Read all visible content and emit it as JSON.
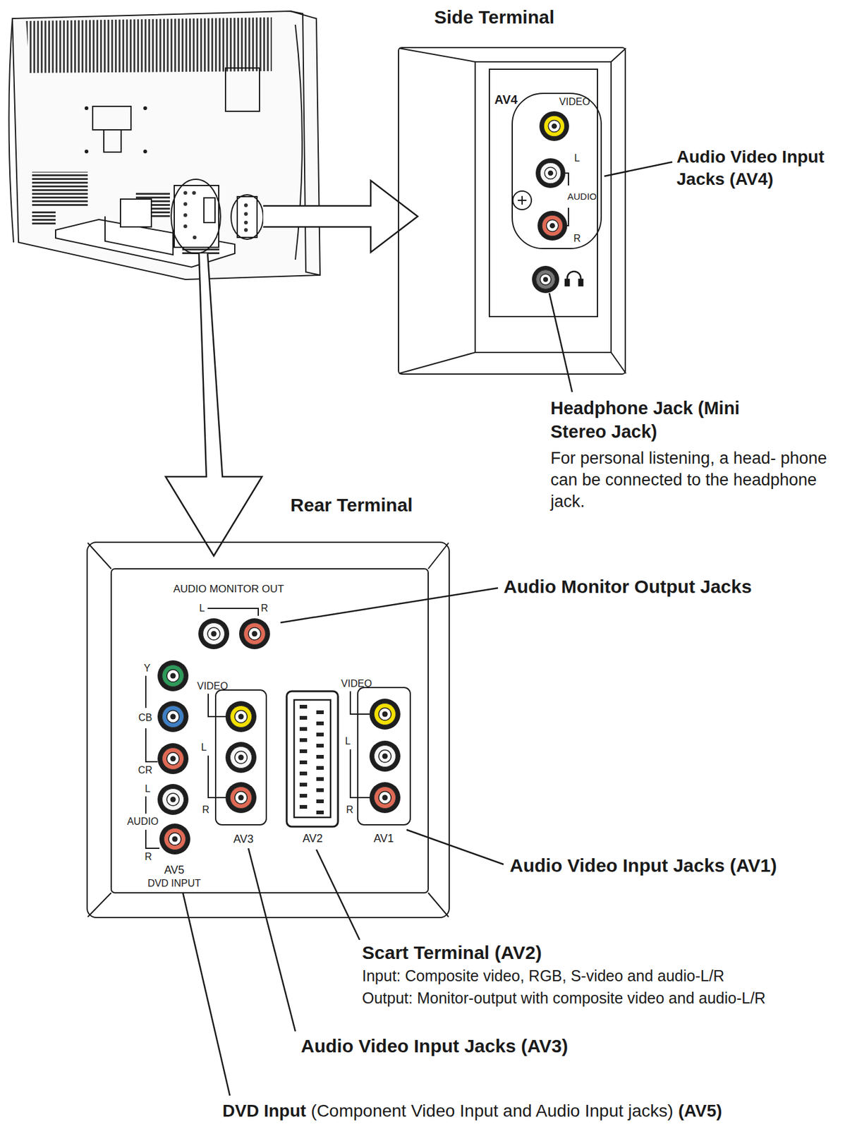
{
  "diagram": {
    "nodes": [
      {
        "text": [
          "Side Terminal"
        ]
      },
      {
        "text": [
          "Rear Terminal"
        ]
      }
    ],
    "labels": [
      "AV4",
      "VIDEO",
      "L",
      "AUDIO",
      "R",
      "Audio Video Input Jacks (AV4)",
      "Headphone Jack (Mini Stereo Jack)",
      "For personal listening, a head- phone can be connected to the headphone jack.",
      "AUDIO MONITOR OUT",
      "L",
      "R",
      "Audio Monitor Output Jacks",
      "Y",
      "VIDEO",
      "VIDEO",
      "CB",
      "L",
      "L",
      "CR",
      "L",
      "R",
      "R",
      "AUDIO",
      "R",
      "AV5",
      "AV3",
      "AV2",
      "AV1",
      "DVD INPUT",
      "Audio Video Input Jacks (AV1)",
      "Scart Terminal (AV2)",
      "Input: Composite video, RGB, S-video and audio-L/R",
      "Output: Monitor-output with composite video and audio-L/R",
      "Audio Video Input Jacks (AV3)",
      "DVD Input",
      "(Component Video Input and Audio Input jacks)",
      "(AV5)"
    ]
  }
}
